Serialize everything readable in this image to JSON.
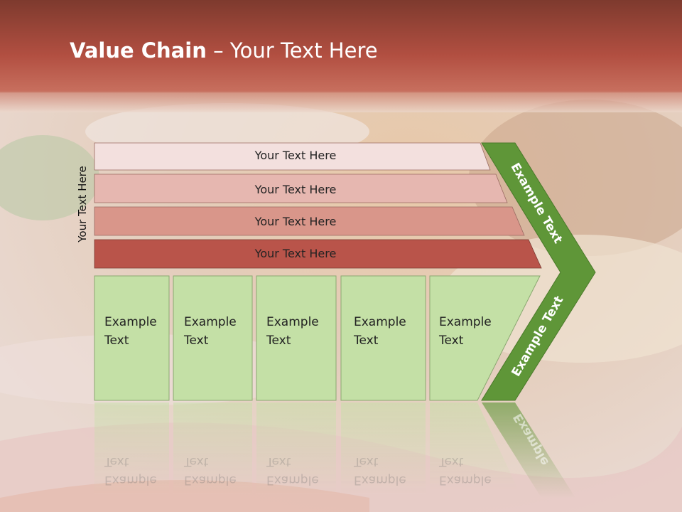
{
  "title": {
    "bold": "Value Chain",
    "rest": " – Your Text Here"
  },
  "side_label": "Your Text Here",
  "rows": [
    {
      "label": "Your Text Here",
      "color": "#f3e0de"
    },
    {
      "label": "Your Text Here",
      "color": "#e6b7b0"
    },
    {
      "label": "Your Text Here",
      "color": "#d9968a"
    },
    {
      "label": "Your Text Here",
      "color": "#b9544a"
    }
  ],
  "boxes": [
    {
      "line1": "Example",
      "line2": "Text"
    },
    {
      "line1": "Example",
      "line2": "Text"
    },
    {
      "line1": "Example",
      "line2": "Text"
    },
    {
      "line1": "Example",
      "line2": "Text"
    },
    {
      "line1": "Example",
      "line2": "Text"
    }
  ],
  "chevron": {
    "upper": "Example Text",
    "lower": "Example Text",
    "reflection": "Example"
  },
  "colors": {
    "header": "#a84c3e",
    "box_fill": "#c4e0a6",
    "chevron_fill": "#5f9638"
  }
}
